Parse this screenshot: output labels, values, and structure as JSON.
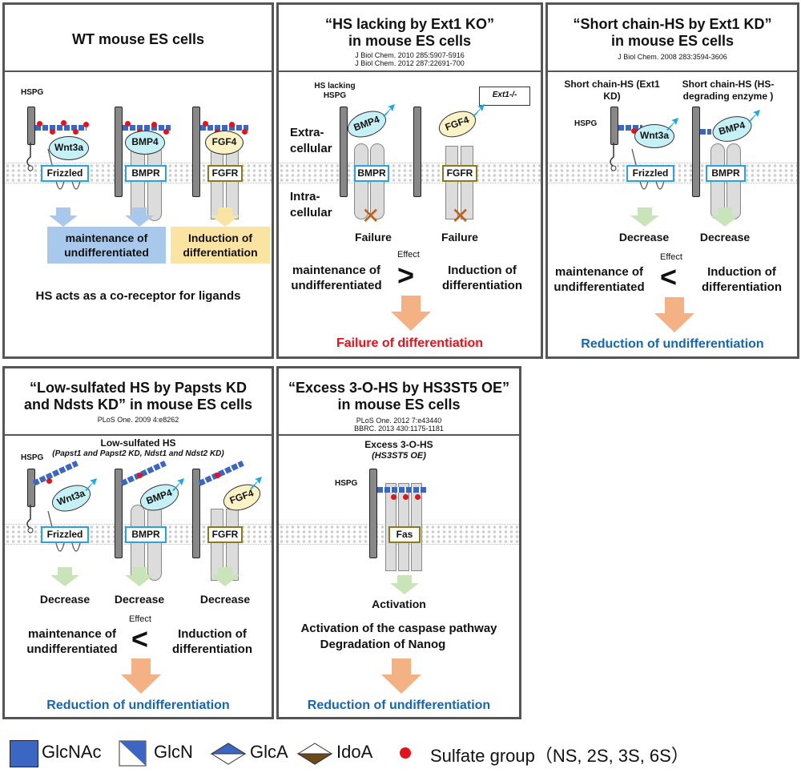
{
  "panels": {
    "wt": {
      "title": "WT mouse ES cells",
      "hspg": "HSPG",
      "ligands": [
        "Wnt3a",
        "BMP4",
        "FGF4"
      ],
      "receptors": [
        "Frizzled",
        "BMPR",
        "FGFR"
      ],
      "box_maintenance": "maintenance of undifferentiated",
      "box_induction": "Induction of differentiation",
      "caption": "HS acts as a co-receptor for ligands"
    },
    "ext1ko": {
      "title_l1": "“HS lacking by Ext1 KO”",
      "title_l2": "in mouse ES cells",
      "ref1": "J Biol Chem. 2010 285:5907-5916",
      "ref2": "J Biol Chem. 2012 287:22691-700",
      "hs_lacking": "HS lacking HSPG",
      "genotype": "Ext1-/-",
      "extracellular": "Extra- cellular",
      "intracellular": "Intra- cellular",
      "ligands": [
        "BMP4",
        "FGF4"
      ],
      "receptors": [
        "BMPR",
        "FGFR"
      ],
      "outcomes": [
        "Failure",
        "Failure"
      ],
      "left": "maintenance of undifferentiated",
      "right": "Induction of differentiation",
      "effect": "Effect",
      "comparator": ">",
      "result": "Failure of differentiation"
    },
    "ext1kd": {
      "title_l1": "“Short chain-HS by Ext1 KD”",
      "title_l2": "in mouse ES cells",
      "ref1": "J Biol Chem. 2008 283:3594-3606",
      "label1": "Short chain-HS (Ext1 KD)",
      "label2": "Short chain-HS (HS-degrading enzyme )",
      "hspg": "HSPG",
      "ligands": [
        "Wnt3a",
        "BMP4"
      ],
      "receptors": [
        "Frizzled",
        "BMPR"
      ],
      "outcomes": [
        "Decrease",
        "Decrease"
      ],
      "left": "maintenance of undifferentiated",
      "right": "Induction of differentiation",
      "effect": "Effect",
      "comparator": "<",
      "result": "Reduction of undifferentiation"
    },
    "lowsulf": {
      "title_l1": "“Low-sulfated HS by Papsts KD",
      "title_l2": "and Ndsts KD” in mouse ES cells",
      "ref1": "PLoS One. 2009 4:e8262",
      "label": "Low-sulfated HS",
      "sublabel": "(Papst1 and Papst2 KD, Ndst1 and Ndst2 KD)",
      "hspg": "HSPG",
      "ligands": [
        "Wnt3a",
        "BMP4",
        "FGF4"
      ],
      "receptors": [
        "Frizzled",
        "BMPR",
        "FGFR"
      ],
      "outcomes": [
        "Decrease",
        "Decrease",
        "Decrease"
      ],
      "left": "maintenance of undifferentiated",
      "right": "Induction of differentiation",
      "effect": "Effect",
      "comparator": "<",
      "result": "Reduction of undifferentiation"
    },
    "hs3st5": {
      "title_l1": "“Excess 3-O-HS by HS3ST5 OE”",
      "title_l2": "in mouse ES cells",
      "ref1": "PLoS One. 2012 7:e43440",
      "ref2": "BBRC. 2013 430:1175-1181",
      "label": "Excess 3-O-HS",
      "sublabel": "(HS3ST5 OE)",
      "hspg": "HSPG",
      "receptor": "Fas",
      "outcome": "Activation",
      "line1": "Activation of the caspase pathway",
      "line2": "Degradation of Nanog",
      "result": "Reduction of undifferentiation"
    }
  },
  "legend": {
    "glcnac": "GlcNAc",
    "glcn": "GlcN",
    "glca": "GlcA",
    "idoa": "IdoA",
    "sulfate": "Sulfate group（NS, 2S, 3S, 6S）"
  },
  "colors": {
    "blue_box": "#a9c9ec",
    "yellow_box": "#fbe3a2",
    "red_text": "#e8101a",
    "blue_text": "#1665b8",
    "sugar_blue": "#3c66c4"
  }
}
